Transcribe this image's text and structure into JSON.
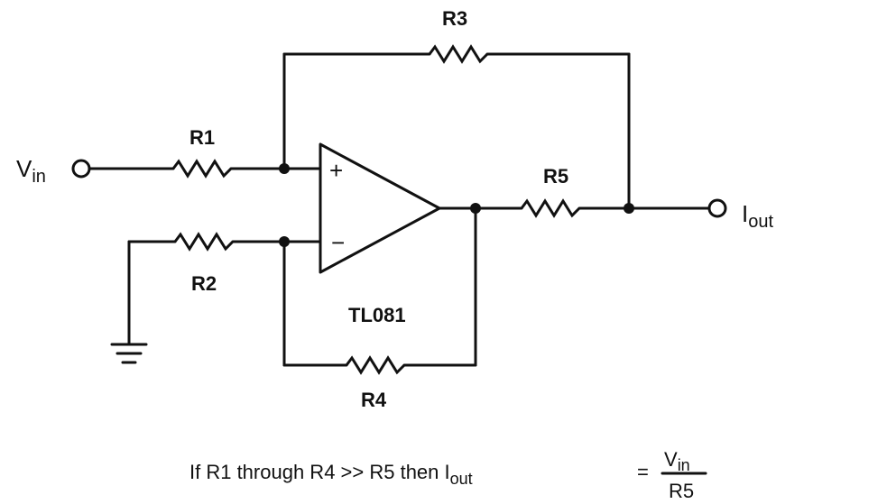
{
  "labels": {
    "r1": "R1",
    "r2": "R2",
    "r3": "R3",
    "r4": "R4",
    "r5": "R5",
    "opamp": "TL081",
    "plus": "+",
    "minus": "−",
    "vin_main": "V",
    "vin_sub": "in",
    "iout_main": "I",
    "iout_sub": "out"
  },
  "formula": {
    "prefix": "If R1 through R4 >> R5 then I",
    "prefix_sub": "out",
    "equals": "=",
    "numerator_main": "V",
    "numerator_sub": "in",
    "denominator": "R5"
  }
}
